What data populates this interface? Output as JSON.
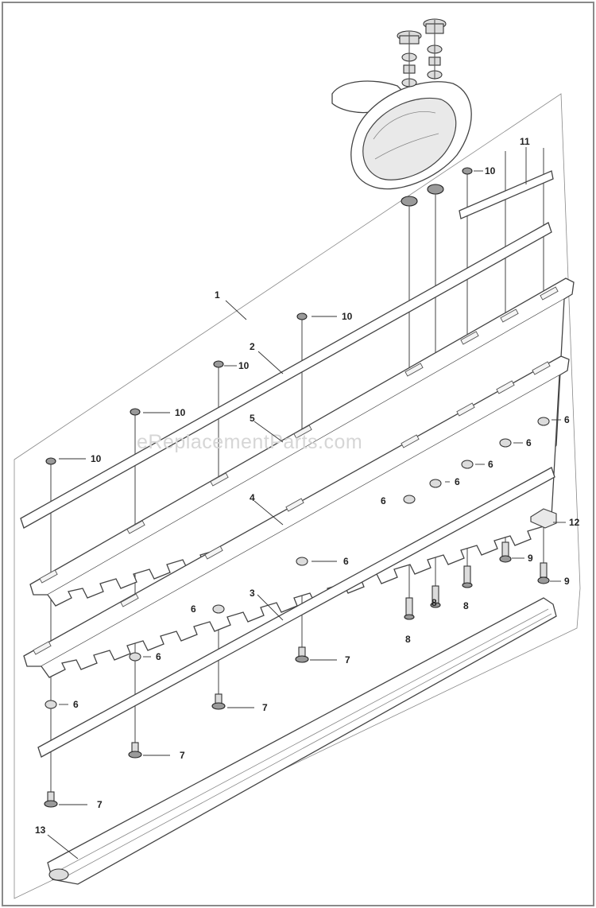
{
  "watermark": "eReplacementParts.com",
  "callouts": {
    "c1": "1",
    "c2": "2",
    "c3": "3",
    "c4": "4",
    "c5": "5",
    "c6a": "6",
    "c6b": "6",
    "c6c": "6",
    "c6d": "6",
    "c6e": "6",
    "c6f": "6",
    "c6g": "6",
    "c6h": "6",
    "c6i": "6",
    "c7a": "7",
    "c7b": "7",
    "c7c": "7",
    "c7d": "7",
    "c8a": "8",
    "c8b": "8",
    "c8c": "8",
    "c9a": "9",
    "c9b": "9",
    "c10a": "10",
    "c10b": "10",
    "c10c": "10",
    "c10d": "10",
    "c10e": "10",
    "c11": "11",
    "c12": "12",
    "c13": "13"
  }
}
